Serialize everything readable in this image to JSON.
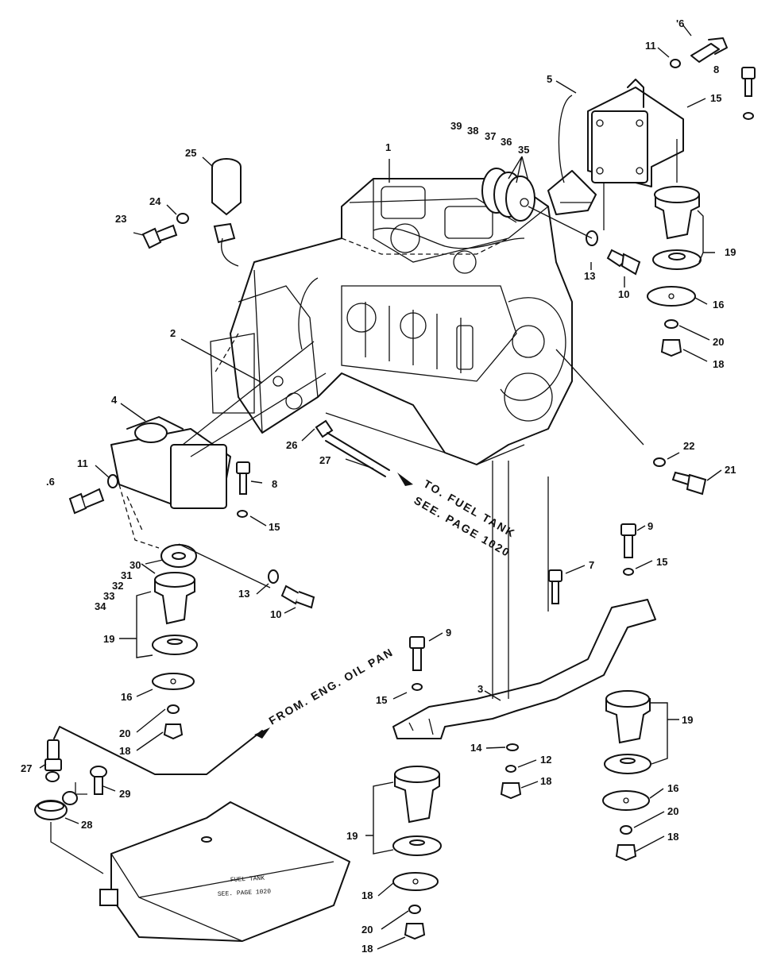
{
  "callouts": [
    {
      "id": "c6a",
      "text": "'6"
    },
    {
      "id": "c11a",
      "text": "11"
    },
    {
      "id": "c8a",
      "text": "8"
    },
    {
      "id": "c5",
      "text": "5"
    },
    {
      "id": "c15a",
      "text": "15"
    },
    {
      "id": "c39",
      "text": "39"
    },
    {
      "id": "c38",
      "text": "38"
    },
    {
      "id": "c37",
      "text": "37"
    },
    {
      "id": "c36",
      "text": "36"
    },
    {
      "id": "c35",
      "text": "35"
    },
    {
      "id": "c1",
      "text": "1"
    },
    {
      "id": "c25",
      "text": "25"
    },
    {
      "id": "c24",
      "text": "24"
    },
    {
      "id": "c23",
      "text": "23"
    },
    {
      "id": "c19a",
      "text": "19"
    },
    {
      "id": "c13a",
      "text": "13"
    },
    {
      "id": "c10a",
      "text": "10"
    },
    {
      "id": "c16a",
      "text": "16"
    },
    {
      "id": "c20a",
      "text": "20"
    },
    {
      "id": "c18a",
      "text": "18"
    },
    {
      "id": "c2",
      "text": "2"
    },
    {
      "id": "c22",
      "text": "22"
    },
    {
      "id": "c21",
      "text": "21"
    },
    {
      "id": "c4",
      "text": "4"
    },
    {
      "id": "c26",
      "text": "26"
    },
    {
      "id": "c27a",
      "text": "27"
    },
    {
      "id": "c11b",
      "text": "11"
    },
    {
      "id": "c6b",
      "text": ".6"
    },
    {
      "id": "c8b",
      "text": "8"
    },
    {
      "id": "c15b",
      "text": "15"
    },
    {
      "id": "c9a",
      "text": "9"
    },
    {
      "id": "c15c",
      "text": "15"
    },
    {
      "id": "c30",
      "text": "30"
    },
    {
      "id": "c31",
      "text": "31"
    },
    {
      "id": "c32",
      "text": "32"
    },
    {
      "id": "c33",
      "text": "33"
    },
    {
      "id": "c34",
      "text": "34"
    },
    {
      "id": "c7",
      "text": "7"
    },
    {
      "id": "c13b",
      "text": "13"
    },
    {
      "id": "c10b",
      "text": "10"
    },
    {
      "id": "c19b",
      "text": "19"
    },
    {
      "id": "c9b",
      "text": "9"
    },
    {
      "id": "c16b",
      "text": "16"
    },
    {
      "id": "c15d",
      "text": "15"
    },
    {
      "id": "c3",
      "text": "3"
    },
    {
      "id": "c20b",
      "text": "20"
    },
    {
      "id": "c18b",
      "text": "18"
    },
    {
      "id": "c19c",
      "text": "19"
    },
    {
      "id": "c14",
      "text": "14"
    },
    {
      "id": "c12",
      "text": "12"
    },
    {
      "id": "c18c",
      "text": "18"
    },
    {
      "id": "c27b",
      "text": "27"
    },
    {
      "id": "c29",
      "text": "29"
    },
    {
      "id": "c16c",
      "text": "16"
    },
    {
      "id": "c28",
      "text": "28"
    },
    {
      "id": "c20c",
      "text": "20"
    },
    {
      "id": "c19d",
      "text": "19"
    },
    {
      "id": "c18d",
      "text": "18"
    },
    {
      "id": "c18e",
      "text": "18"
    },
    {
      "id": "c20d",
      "text": "20"
    },
    {
      "id": "c18f",
      "text": "18"
    }
  ],
  "notes": {
    "to_fuel_tank": "TO. FUEL TANK",
    "see_page_1020": "SEE. PAGE 1020",
    "from_oil_pan": "FROM. ENG. OIL PAN",
    "tank_label_1": "FUEL TANK",
    "tank_label_2": "SEE. PAGE 1020"
  }
}
